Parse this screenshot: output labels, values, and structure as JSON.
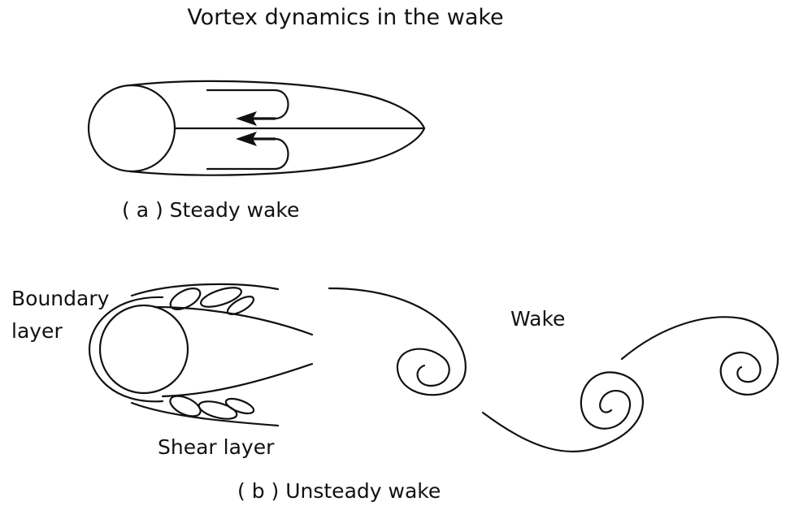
{
  "title": "Vortex dynamics in the wake",
  "panel_a": {
    "caption": "( a )  Steady wake"
  },
  "panel_b": {
    "caption": "( b )  Unsteady wake",
    "labels": {
      "boundary_line1": "Boundary",
      "boundary_line2": "layer",
      "shear": "Shear layer",
      "wake": "Wake"
    }
  }
}
